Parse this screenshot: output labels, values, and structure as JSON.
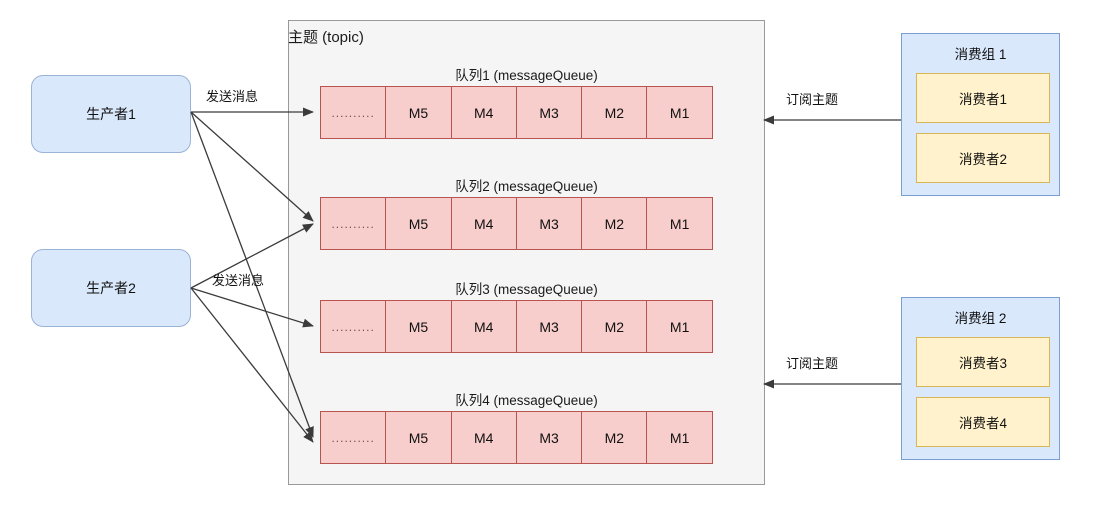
{
  "diagram": {
    "topic": {
      "title": "主题 (topic)",
      "queues": [
        {
          "label": "队列1  (messageQueue)",
          "cells": [
            "..........",
            "M5",
            "M4",
            "M3",
            "M2",
            "M1"
          ]
        },
        {
          "label": "队列2  (messageQueue)",
          "cells": [
            "..........",
            "M5",
            "M4",
            "M3",
            "M2",
            "M1"
          ]
        },
        {
          "label": "队列3  (messageQueue)",
          "cells": [
            "..........",
            "M5",
            "M4",
            "M3",
            "M2",
            "M1"
          ]
        },
        {
          "label": "队列4  (messageQueue)",
          "cells": [
            "..........",
            "M5",
            "M4",
            "M3",
            "M2",
            "M1"
          ]
        }
      ]
    },
    "producers": [
      {
        "label": "生产者1"
      },
      {
        "label": "生产者2"
      }
    ],
    "producer_edge_labels": [
      "发送消息",
      "发送消息"
    ],
    "consumer_groups": [
      {
        "title": "消费组 1",
        "consumers": [
          {
            "label": "消费者1"
          },
          {
            "label": "消费者2"
          }
        ]
      },
      {
        "title": "消费组 2",
        "consumers": [
          {
            "label": "消费者3"
          },
          {
            "label": "消费者4"
          }
        ]
      }
    ],
    "consumer_edge_labels": [
      "订阅主题",
      "订阅主题"
    ],
    "colors": {
      "topic_bg": "#f5f5f5",
      "topic_border": "#999999",
      "queue_cell_fill": "#f8cecc",
      "queue_cell_border": "#b85450",
      "producer_fill": "#dae8fc",
      "producer_border": "#9ab3d6",
      "group_fill": "#dae8fc",
      "group_border": "#7b9fd4",
      "consumer_fill": "#fff2cc",
      "consumer_border": "#d6b656",
      "edge_stroke": "#3b3b3b"
    }
  }
}
